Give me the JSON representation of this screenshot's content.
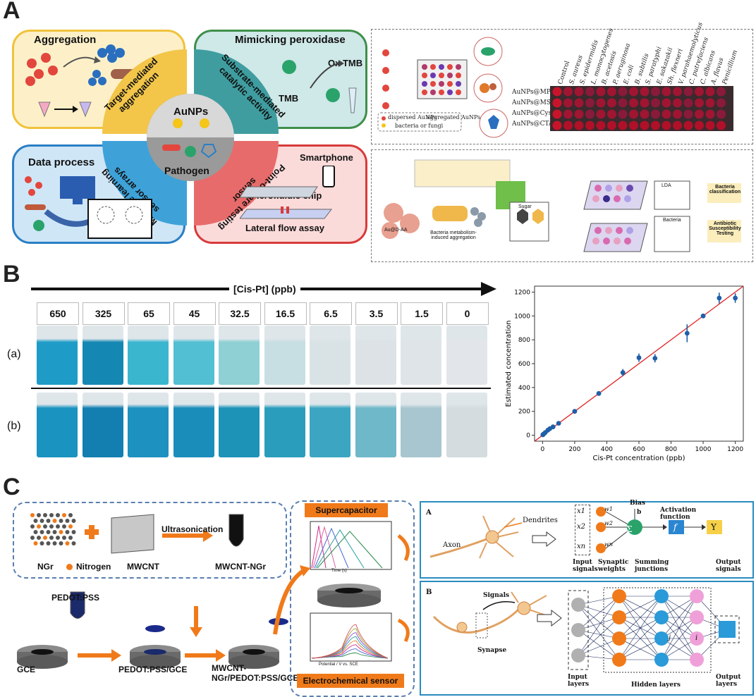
{
  "panels": {
    "a": "A",
    "b": "B",
    "c": "C"
  },
  "panelA": {
    "quadrants": {
      "aggregation": "Aggregation",
      "mimicking": "Mimicking peroxidase",
      "ox_tmb": "Ox TMB",
      "tmb": "TMB",
      "data_process": "Data process",
      "smartphone": "Smartphone",
      "microfluidic": "Microfluidic chip",
      "lateral_flow": "Lateral flow assay"
    },
    "petals": {
      "target_mediated": "Target-mediated aggregation",
      "substrate_mediated": "Substrate-mediated catalytic activity",
      "machine_learning": "Machine learning sensor arrays",
      "point_of_care": "Point-of-care testing sensor"
    },
    "center": {
      "top": "AuNPs",
      "bottom": "Pathogen"
    },
    "right_top": {
      "species": [
        "Control",
        "S. aureus",
        "S. epidermidis",
        "L. monocytogenes",
        "B. acetosis",
        "P. aeruginosa",
        "E. coli",
        "B. subtilis",
        "S. paratyphi",
        "E. sakazakii",
        "Sh. flexneri",
        "V. parahaemolyticus",
        "C. putrefaciens",
        "C. albicans",
        "A. flavus",
        "Penicillium"
      ],
      "rows": [
        "AuNPs@MPA",
        "AuNPs@MSA",
        "AuNPs@Cys",
        "AuNPs@CTAB"
      ],
      "legend": [
        "dispersed AuNPs",
        "aggregated AuNPs",
        "bacteria or fungi"
      ]
    },
    "right_bottom": {
      "labels": [
        "Bacteria metabolism-induced aggregation",
        "Bacteria classification",
        "Antibiotic Susceptibility Testing",
        "Au@D-AA",
        "Sugar",
        "LDA",
        "Bacteria"
      ]
    }
  },
  "panelB": {
    "arrow_label": "[Cis-Pt] (ppb)",
    "row_a": "(a)",
    "row_b": "(b)",
    "concentrations": [
      "650",
      "325",
      "65",
      "45",
      "32.5",
      "16.5",
      "6.5",
      "3.5",
      "1.5",
      "0"
    ],
    "tube_colors_a": [
      "#1e9cc7",
      "#1587b3",
      "#3bb6cf",
      "#52bfd3",
      "#8fd0d4",
      "#c7dfe2",
      "#d9e3e6",
      "#dce2e6",
      "#dfe4e8",
      "#e2e6ea"
    ],
    "tube_colors_b": [
      "#1a93c0",
      "#127fb0",
      "#1d91bf",
      "#1b8dbb",
      "#1d93b8",
      "#2a9dbd",
      "#3ca6c2",
      "#6fb8c9",
      "#a7c6cf",
      "#d4dcdf"
    ]
  },
  "chart_data": {
    "type": "scatter",
    "xlabel": "Cis-Pt concentration (ppb)",
    "ylabel": "Estimated concentration",
    "xlim": [
      -50,
      1250
    ],
    "ylim": [
      -50,
      1250
    ],
    "xticks": [
      "0",
      "200",
      "400",
      "600",
      "800",
      "1000",
      "1200"
    ],
    "yticks": [
      "0",
      "200",
      "400",
      "600",
      "800",
      "1000",
      "1200"
    ],
    "points": [
      {
        "x": 1.5,
        "y": 3,
        "err": 5
      },
      {
        "x": 3.5,
        "y": 6,
        "err": 5
      },
      {
        "x": 6.5,
        "y": 10,
        "err": 6
      },
      {
        "x": 16.5,
        "y": 22,
        "err": 8
      },
      {
        "x": 32.5,
        "y": 42,
        "err": 10
      },
      {
        "x": 45,
        "y": 55,
        "err": 10
      },
      {
        "x": 65,
        "y": 70,
        "err": 10
      },
      {
        "x": 100,
        "y": 100,
        "err": 12
      },
      {
        "x": 200,
        "y": 200,
        "err": 12
      },
      {
        "x": 350,
        "y": 350,
        "err": 15
      },
      {
        "x": 500,
        "y": 525,
        "err": 30
      },
      {
        "x": 600,
        "y": 650,
        "err": 35
      },
      {
        "x": 700,
        "y": 645,
        "err": 35
      },
      {
        "x": 900,
        "y": 855,
        "err": 75
      },
      {
        "x": 1000,
        "y": 1000,
        "err": 15
      },
      {
        "x": 1100,
        "y": 1150,
        "err": 45
      },
      {
        "x": 1200,
        "y": 1150,
        "err": 40
      }
    ],
    "fit_line": {
      "from": [
        -50,
        -50
      ],
      "to": [
        1250,
        1250
      ],
      "color": "#e02020"
    },
    "point_color": "#1f5fa8"
  },
  "panelC": {
    "ngr": "NGr",
    "nitrogen": "Nitrogen",
    "mwcnt": "MWCNT",
    "ultrasonication": "Ultrasonication",
    "mwcnt_ngr": "MWCNT-NGr",
    "pedot": "PEDOT:PSS",
    "gce": "GCE",
    "pedot_gce": "PEDOT:PSS/GCE",
    "final_line1": "MWCNT-",
    "final_line2": "NGr/PEDOT:PSS/GCE",
    "supercapacitor": "Supercapacitor",
    "electrochemical": "Electrochemical sensor",
    "time_axis": "Time (s)",
    "potential_axis": "Potential / V vs. SCE",
    "nn_top": {
      "letter": "A",
      "dendrites": "Dendrites",
      "axon": "Axon",
      "bias": "Bias",
      "b": "b",
      "activation": "Activation function",
      "input": "Input signals",
      "synaptic": "Synaptic weights",
      "summing": "Summing junctions",
      "output": "Output signals",
      "sum_symbol": "Σ",
      "f_symbol": "f",
      "y_symbol": "Y",
      "x_inputs": [
        "x1",
        "x2",
        "xn"
      ],
      "w_labels": [
        "w1",
        "w2",
        "wn"
      ]
    },
    "nn_bottom": {
      "letter": "B",
      "signals": "Signals",
      "synapse": "Synapse",
      "input_layers": "Input layers",
      "hidden_layers": "Hidden layers",
      "output_layers": "Output layers",
      "j": "j",
      "i": "i"
    }
  }
}
